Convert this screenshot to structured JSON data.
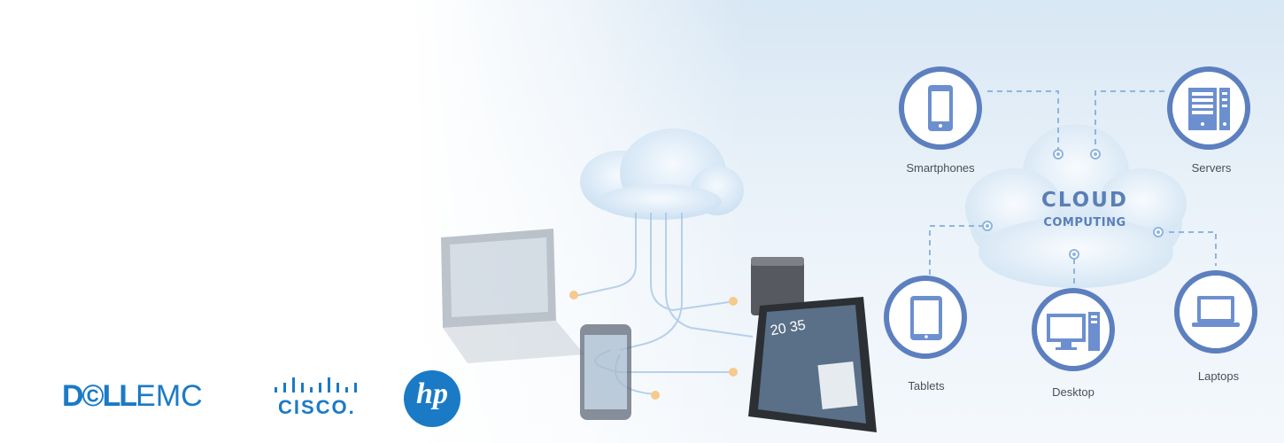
{
  "cloud": {
    "title": "CLOUD",
    "subtitle": "COMPUTING"
  },
  "nodes": {
    "smartphones": "Smartphones",
    "servers": "Servers",
    "tablets": "Tablets",
    "desktop": "Desktop",
    "laptops": "Laptops"
  },
  "tablet_screen_time": "20 35",
  "logos": {
    "dell": {
      "bold": "D©LL",
      "rest": "EMC"
    },
    "cisco": "CISCO.",
    "hp": "hp"
  },
  "colors": {
    "ring": "#5c7fbf",
    "icon": "#6c8fcf",
    "dashed": "#8fb5de",
    "brand_blue": "#1a7ac6"
  }
}
